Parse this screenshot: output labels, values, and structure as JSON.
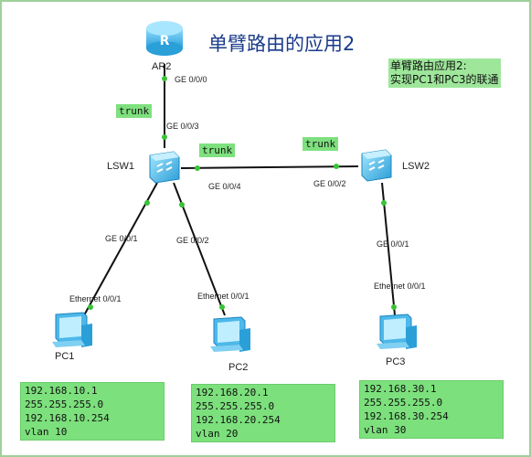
{
  "title": "单臂路由的应用2",
  "note": {
    "line1": "单臂路由应用2:",
    "line2": "实现PC1和PC3的联通"
  },
  "devices": {
    "router": {
      "name": "AR2"
    },
    "lsw1": {
      "name": "LSW1"
    },
    "lsw2": {
      "name": "LSW2"
    },
    "pc1": {
      "name": "PC1"
    },
    "pc2": {
      "name": "PC2"
    },
    "pc3": {
      "name": "PC3"
    }
  },
  "ports": {
    "ar2_g000": "GE 0/0/0",
    "lsw1_g003": "GE 0/0/3",
    "lsw1_g004": "GE 0/0/4",
    "lsw2_g002": "GE 0/0/2",
    "lsw1_g001": "GE 0/0/1",
    "lsw1_g002": "GE 0/0/2",
    "lsw2_g001": "GE 0/0/1",
    "pc1_eth": "Ethernet 0/0/1",
    "pc2_eth": "Ethernet 0/0/1",
    "pc3_eth": "Ethernet 0/0/1"
  },
  "links": {
    "trunk_label": "trunk"
  },
  "pcs": {
    "pc1": {
      "ip": "192.168.10.1",
      "mask": "255.255.255.0",
      "gateway": "192.168.10.254",
      "vlan": "vlan 10"
    },
    "pc2": {
      "ip": "192.168.20.1",
      "mask": "255.255.255.0",
      "gateway": "192.168.20.254",
      "vlan": "vlan 20"
    },
    "pc3": {
      "ip": "192.168.30.1",
      "mask": "255.255.255.0",
      "gateway": "192.168.30.254",
      "vlan": "vlan 30"
    }
  },
  "colors": {
    "accent_green": "#7ce07c",
    "link_dot": "#38c438",
    "device_blue": "#4db8ea",
    "title_blue": "#1a3b8a"
  }
}
